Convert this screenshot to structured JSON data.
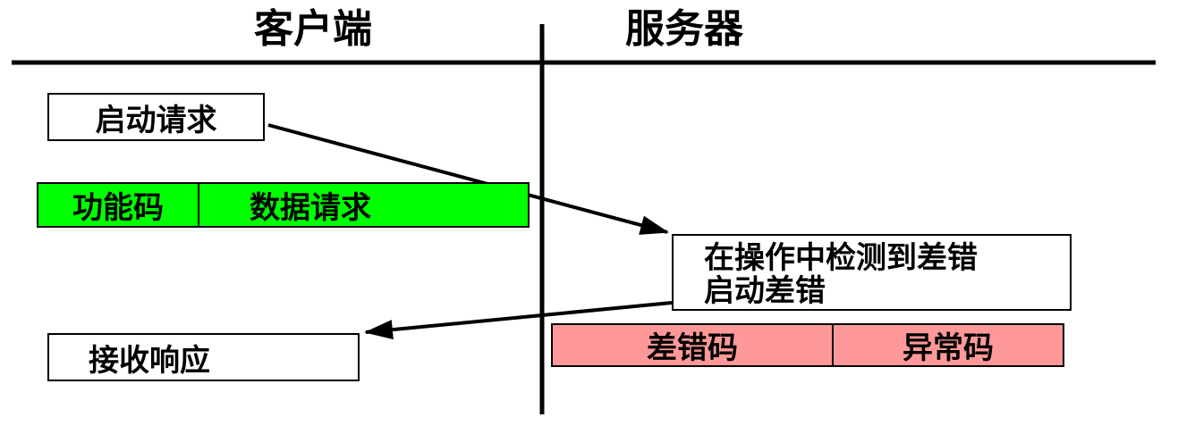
{
  "diagram": {
    "headers": {
      "client": "客户端",
      "server": "服务器"
    },
    "client": {
      "initiate_request_label": "启动请求",
      "receive_response_label": "接收响应",
      "request_frame": {
        "cells": [
          "功能码",
          "数据请求"
        ]
      }
    },
    "server": {
      "detect_box_line1": "在操作中检测到差错",
      "detect_box_line2": "启动差错",
      "error_frame": {
        "cells": [
          "差错码",
          "异常码"
        ]
      }
    },
    "colors": {
      "request_frame_fill": "#00FF00",
      "error_frame_fill": "#FF9999",
      "line_color": "#000000",
      "background": "#FFFFFF"
    }
  }
}
